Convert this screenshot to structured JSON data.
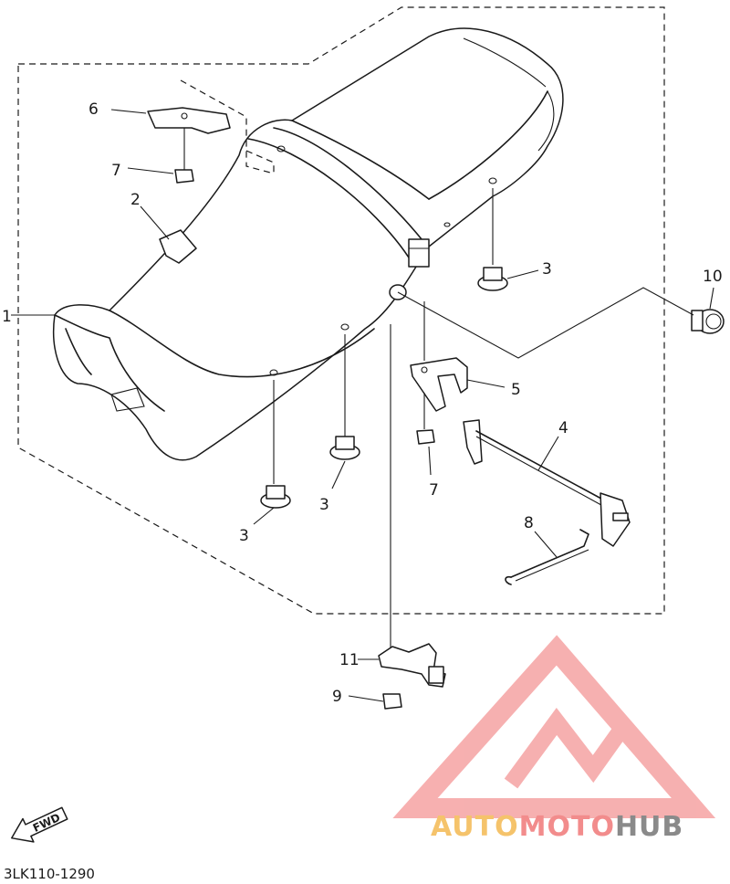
{
  "diagram_code": "3LK110-1290",
  "fwd_label": "FWD",
  "watermark": {
    "segments": [
      "AUTO",
      "MOTO",
      "HUB"
    ],
    "colors": [
      "#f5c36b",
      "#f28c8c",
      "#8a8a8a"
    ]
  },
  "parts": [
    {
      "id": "1",
      "label": "1"
    },
    {
      "id": "2",
      "label": "2"
    },
    {
      "id": "3a",
      "label": "3"
    },
    {
      "id": "3b",
      "label": "3"
    },
    {
      "id": "3c",
      "label": "3"
    },
    {
      "id": "4",
      "label": "4"
    },
    {
      "id": "5",
      "label": "5"
    },
    {
      "id": "6",
      "label": "6"
    },
    {
      "id": "7a",
      "label": "7"
    },
    {
      "id": "7b",
      "label": "7"
    },
    {
      "id": "8",
      "label": "8"
    },
    {
      "id": "9",
      "label": "9"
    },
    {
      "id": "10",
      "label": "10"
    },
    {
      "id": "11",
      "label": "11"
    }
  ]
}
